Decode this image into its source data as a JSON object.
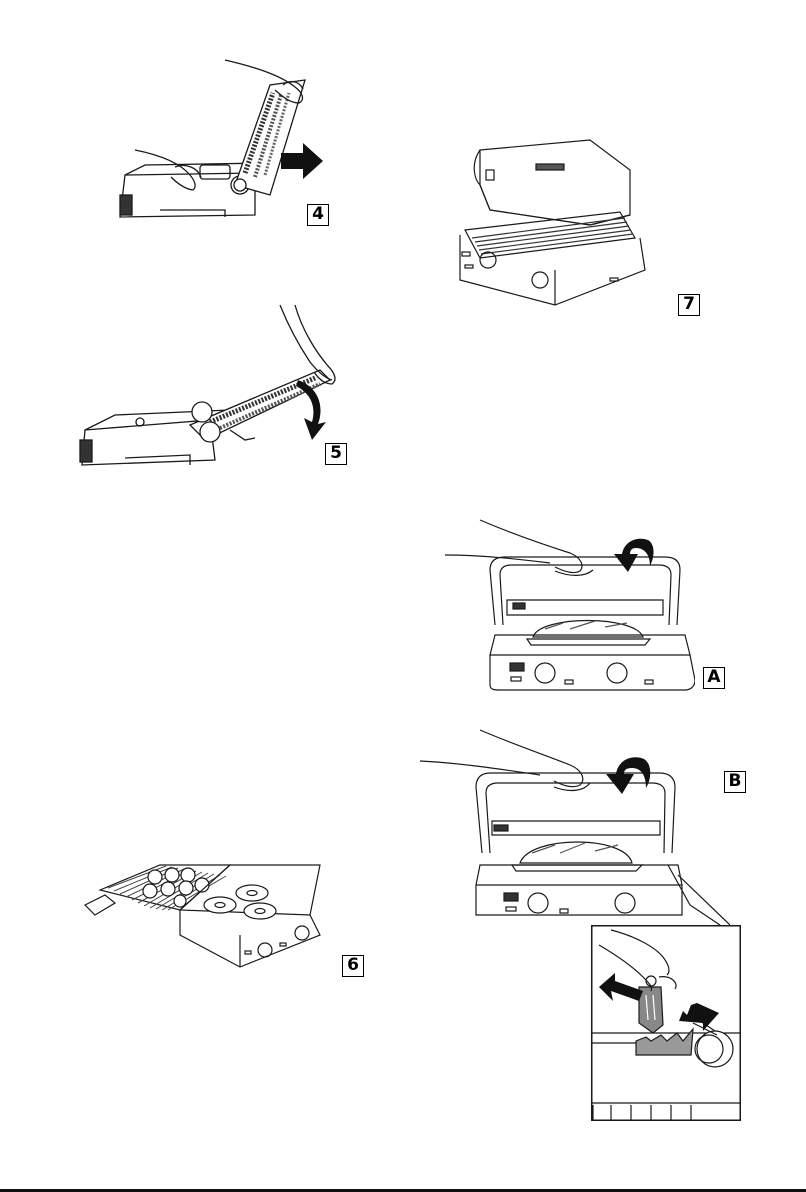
{
  "page": {
    "figures": [
      {
        "id": "fig-4",
        "step_label": "4"
      },
      {
        "id": "fig-5",
        "step_label": "5"
      },
      {
        "id": "fig-6",
        "step_label": "6"
      },
      {
        "id": "fig-7",
        "step_label": "7"
      },
      {
        "id": "fig-a",
        "step_label": "A"
      },
      {
        "id": "fig-b",
        "step_label": "B"
      }
    ]
  },
  "colors": {
    "line": "#1a1a1a",
    "arrow_fill": "#111111",
    "background": "#ffffff"
  },
  "icons": [
    "right-arrow-icon",
    "curved-down-arrow-icon",
    "double-arrow-icon"
  ]
}
